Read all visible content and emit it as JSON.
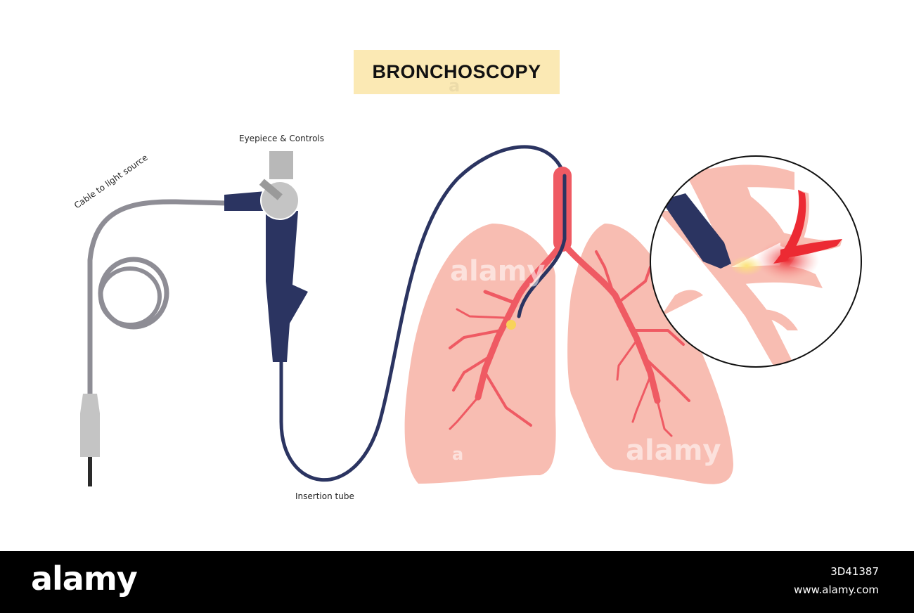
{
  "title": "BRONCHOSCOPY",
  "labels": {
    "eyepiece": "Eyepiece & Controls",
    "cable": "Cable to light source",
    "insertion": "Insertion tube"
  },
  "watermark": {
    "text": "alamy",
    "letter": "a"
  },
  "footer": {
    "logo": "alamy",
    "image_id": "3D41387",
    "url": "www.alamy.com"
  },
  "colors": {
    "title_bg": "#fbe9b4",
    "scope_dark": "#2b3461",
    "cable_gray": "#8e8d95",
    "lung_fill": "#f8bdb2",
    "airway_red": "#ef5a63",
    "light_yellow": "#f8d35a",
    "footer_bg": "#000000"
  }
}
